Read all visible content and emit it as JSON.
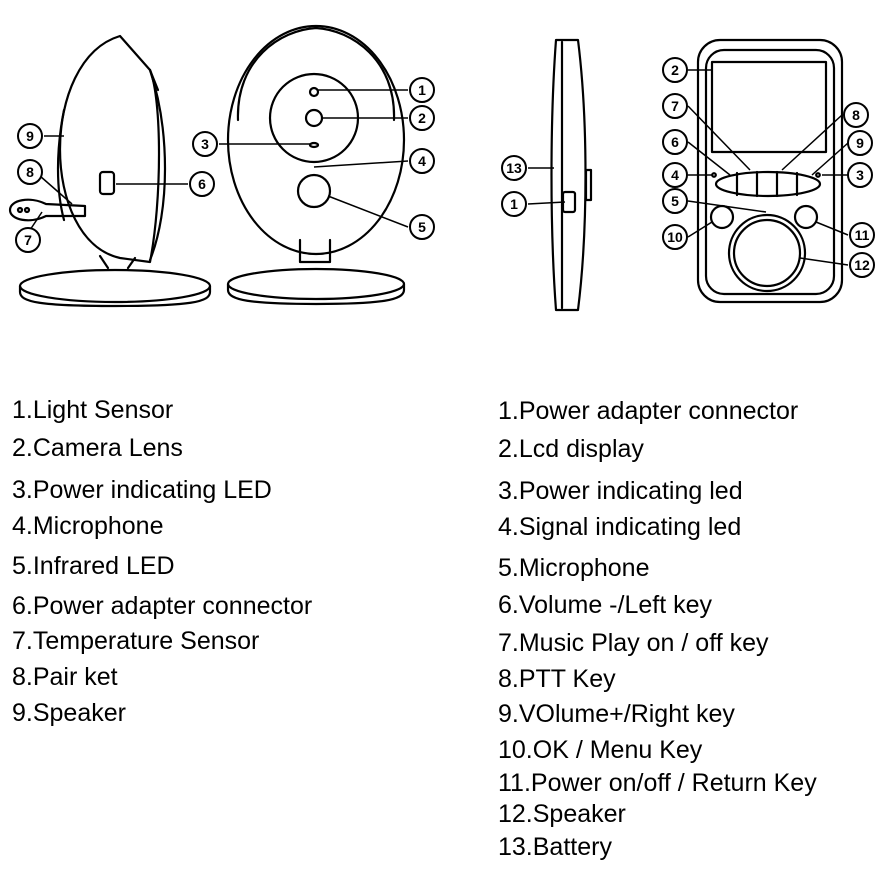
{
  "callouts": {
    "c1": "1",
    "c2": "2",
    "c3": "3",
    "c4": "4",
    "c5": "5",
    "c6": "6",
    "c7": "7",
    "c8": "8",
    "c9": "9",
    "p1": "1",
    "p2": "2",
    "p3": "3",
    "p4": "4",
    "p5": "5",
    "p6": "6",
    "p7": "7",
    "p8": "8",
    "p9": "9",
    "p10": "10",
    "p11": "11",
    "p12": "12",
    "p13": "13"
  },
  "legend_camera": [
    "1.Light Sensor",
    "2.Camera Lens",
    "3.Power indicating LED",
    "4.Microphone",
    "5.Infrared LED",
    "6.Power adapter connector",
    "7.Temperature Sensor",
    "8.Pair ket",
    "9.Speaker"
  ],
  "legend_parent": [
    "1.Power adapter connector",
    "2.Lcd display",
    "3.Power indicating led",
    "4.Signal indicating led",
    "5.Microphone",
    "6.Volume -/Left key",
    "7.Music Play on / off key",
    "8.PTT Key",
    "9.VOlume+/Right key",
    "10.OK / Menu Key",
    "11.Power on/off / Return Key",
    "12.Speaker",
    "13.Battery"
  ]
}
